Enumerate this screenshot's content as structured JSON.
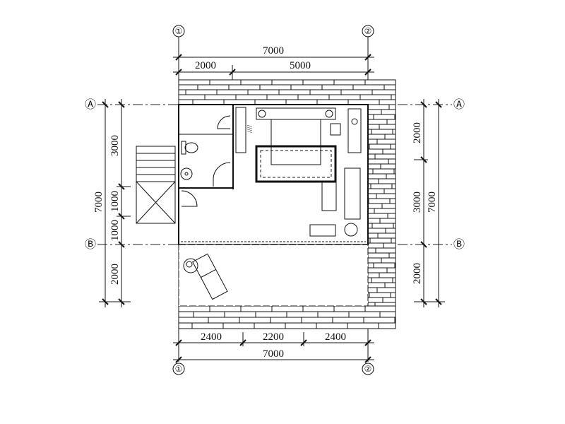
{
  "grid_labels": {
    "col1": "①",
    "col2": "②",
    "rowA": "Ⓐ",
    "rowB": "Ⓑ"
  },
  "dimensions": {
    "top_total": "7000",
    "top_left": "2000",
    "top_right": "5000",
    "left_3000": "3000",
    "left_1000a": "1000",
    "left_1000b": "1000",
    "left_2000": "2000",
    "left_total": "7000",
    "right_2000a": "2000",
    "right_3000": "3000",
    "right_2000b": "2000",
    "right_total": "7000",
    "bottom_left": "2400",
    "bottom_mid": "2200",
    "bottom_right": "2400",
    "bottom_total": "7000"
  }
}
